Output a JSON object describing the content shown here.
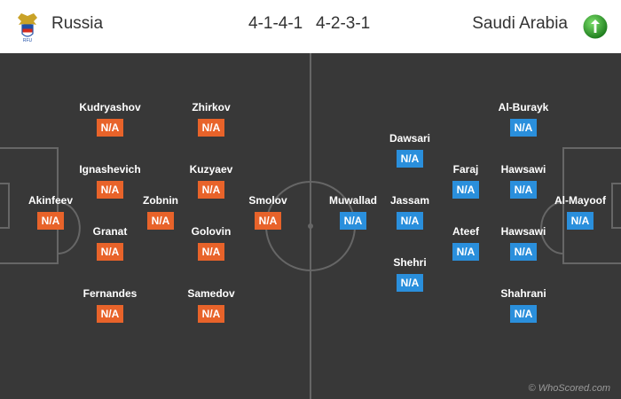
{
  "home_team": {
    "name": "Russia",
    "formation": "4-1-4-1",
    "color": "#e8632a"
  },
  "away_team": {
    "name": "Saudi Arabia",
    "formation": "4-2-3-1",
    "color": "#2a8fdc"
  },
  "home_players": [
    {
      "name": "Akinfeev",
      "rating": "N/A"
    },
    {
      "name": "Kudryashov",
      "rating": "N/A"
    },
    {
      "name": "Ignashevich",
      "rating": "N/A"
    },
    {
      "name": "Granat",
      "rating": "N/A"
    },
    {
      "name": "Fernandes",
      "rating": "N/A"
    },
    {
      "name": "Zobnin",
      "rating": "N/A"
    },
    {
      "name": "Zhirkov",
      "rating": "N/A"
    },
    {
      "name": "Kuzyaev",
      "rating": "N/A"
    },
    {
      "name": "Golovin",
      "rating": "N/A"
    },
    {
      "name": "Samedov",
      "rating": "N/A"
    },
    {
      "name": "Smolov",
      "rating": "N/A"
    }
  ],
  "away_players": [
    {
      "name": "Al-Mayoof",
      "rating": "N/A"
    },
    {
      "name": "Al-Burayk",
      "rating": "N/A"
    },
    {
      "name": "Hawsawi",
      "rating": "N/A"
    },
    {
      "name": "Hawsawi",
      "rating": "N/A"
    },
    {
      "name": "Shahrani",
      "rating": "N/A"
    },
    {
      "name": "Faraj",
      "rating": "N/A"
    },
    {
      "name": "Ateef",
      "rating": "N/A"
    },
    {
      "name": "Dawsari",
      "rating": "N/A"
    },
    {
      "name": "Jassam",
      "rating": "N/A"
    },
    {
      "name": "Shehri",
      "rating": "N/A"
    },
    {
      "name": "Muwallad",
      "rating": "N/A"
    }
  ],
  "watermark": "© WhoScored.com"
}
